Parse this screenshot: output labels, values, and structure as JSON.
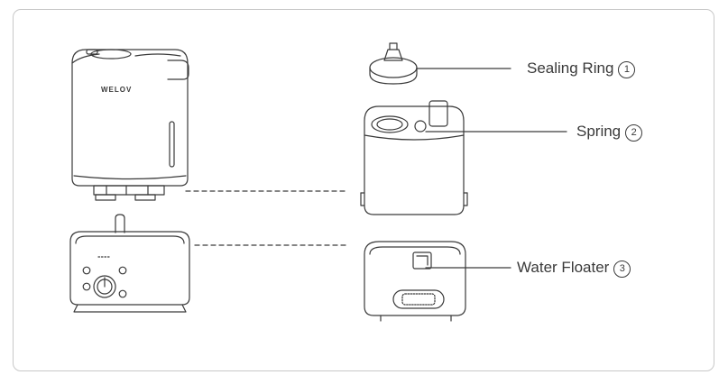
{
  "brand": "WELOV",
  "callouts": [
    {
      "label": "Sealing Ring",
      "number": "1"
    },
    {
      "label": "Spring",
      "number": "2"
    },
    {
      "label": "Water Floater",
      "number": "3"
    }
  ],
  "colors": {
    "stroke": "#3a3a3a",
    "frame": "#c8c8c8"
  }
}
